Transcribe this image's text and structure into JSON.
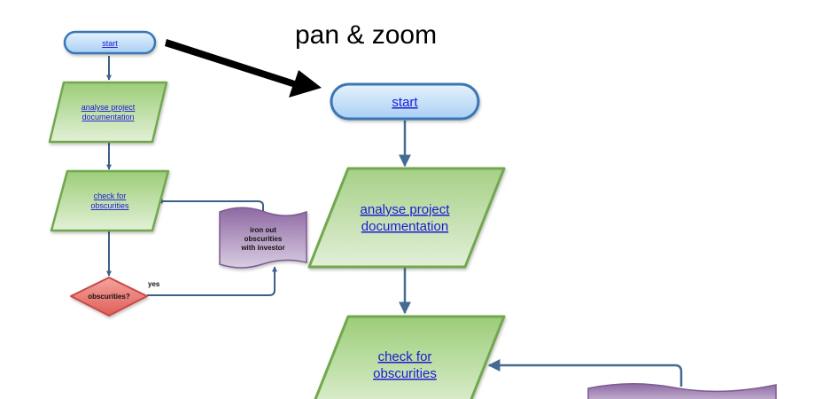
{
  "caption": "pan & zoom",
  "small_chart": {
    "start": "start",
    "analyse": [
      "analyse project",
      "documentation"
    ],
    "check": [
      "check for",
      "obscurities"
    ],
    "iron_out": [
      "iron out",
      "obscurities",
      "with investor"
    ],
    "decision": "obscurities?",
    "yes": "yes"
  },
  "zoomed_chart": {
    "start": "start",
    "analyse": [
      "analyse project",
      "documentation"
    ],
    "check": [
      "check for",
      "obscurities"
    ]
  },
  "colors": {
    "terminator_fill": "#cfe6fb",
    "terminator_stroke": "#3a76b4",
    "process_fill": "#a9d387",
    "process_stroke": "#6fa84d",
    "document_fill": "#a887b6",
    "decision_fill": "#e97a72",
    "decision_stroke": "#c84a45",
    "connector": "#3b5f87",
    "arrow": "#000000"
  }
}
